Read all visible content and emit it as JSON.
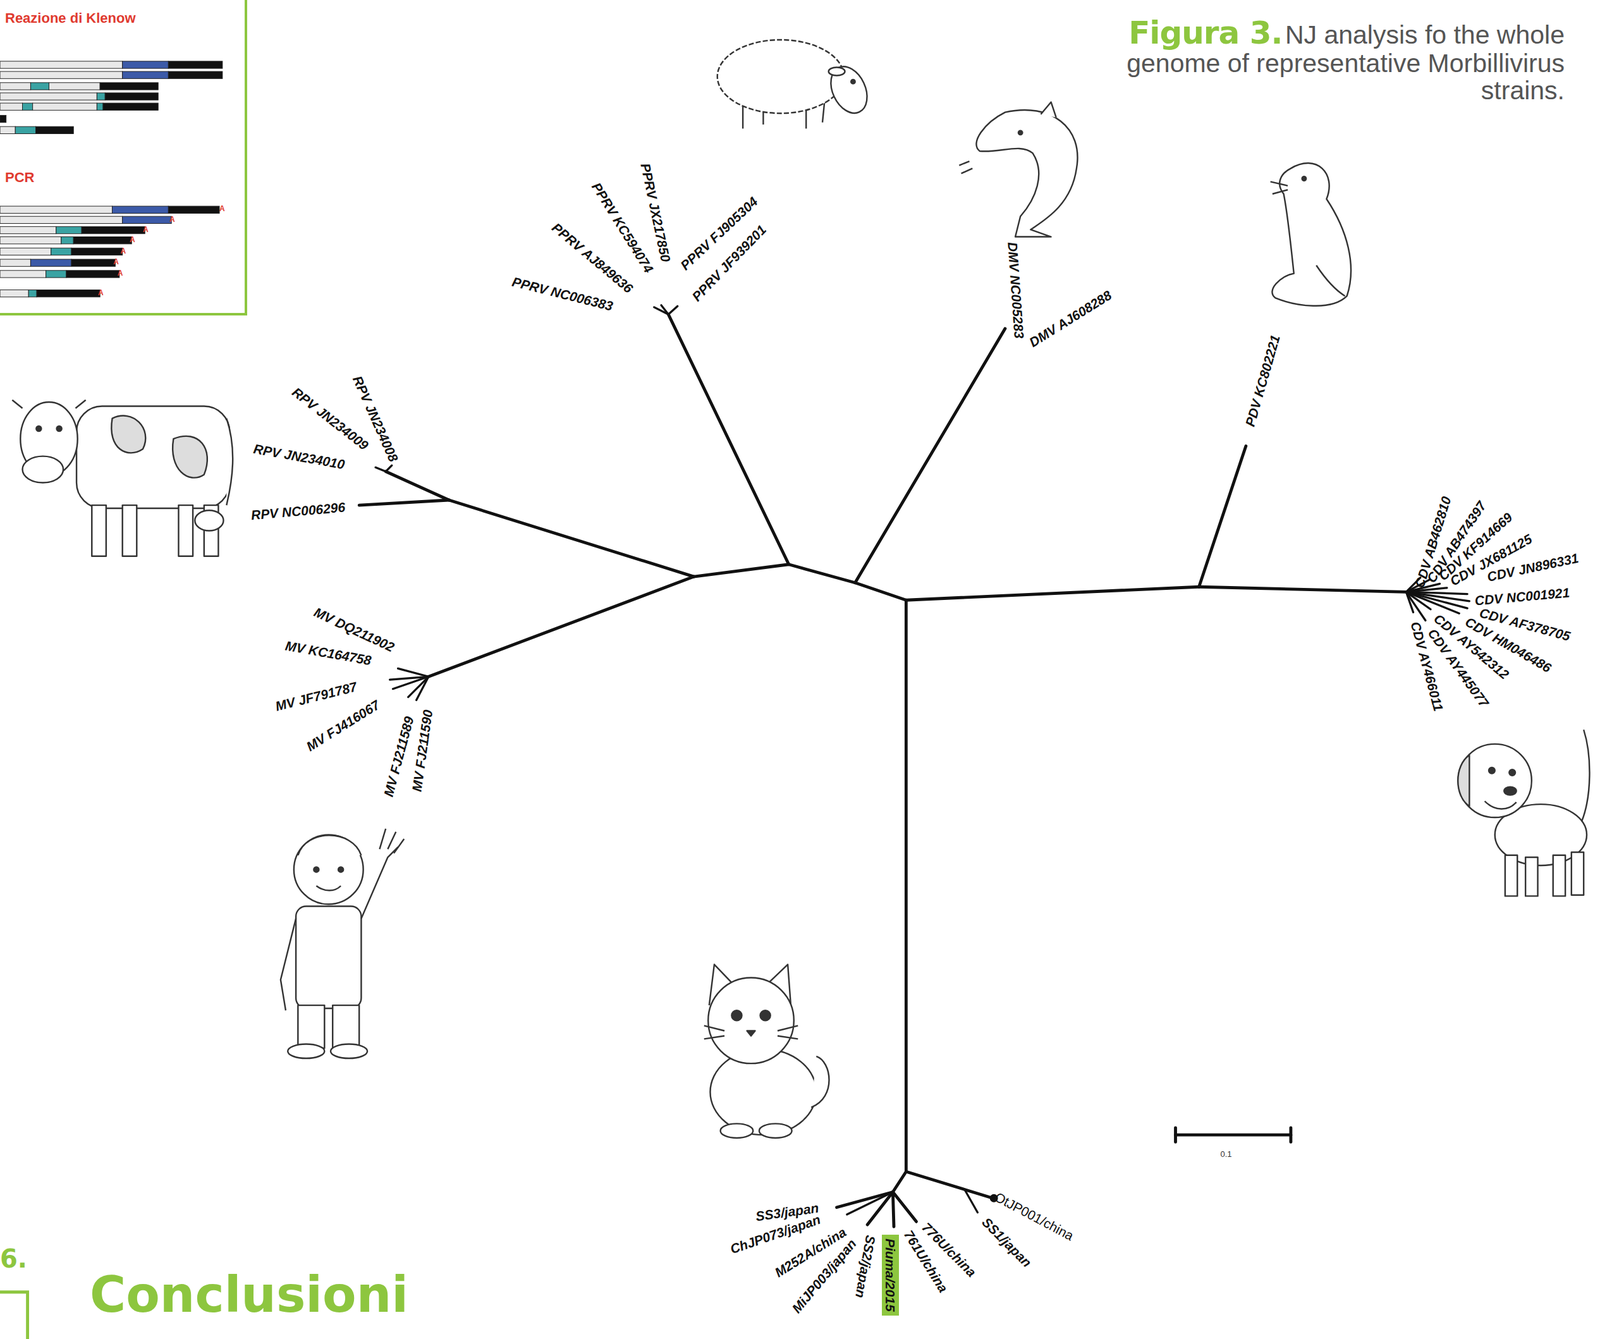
{
  "diagram": {
    "title": "Figura 3.",
    "caption": "NJ analysis fo the whole genome of representative Morbillivirus strains.",
    "nodes": [
      {
        "text": [
          "Reazione di Klenow",
          "PCR"
        ]
      },
      {
        "text": [
          "Piuma/2015"
        ]
      }
    ],
    "labels": [
      "PPRV NC006383",
      "PPRV AJ849636",
      "PPRV KC594074",
      "PPRV JX217850",
      "PPRV FJ905304",
      "PPRV JF939201",
      "DMV NC005283",
      "DMV AJ608288",
      "PDV KC802221",
      "RPV JN234008",
      "RPV JN234009",
      "RPV JN234010",
      "RPV NC006296",
      "CDV AB462810",
      "CDV AB474397",
      "CDV KF914669",
      "CDV JX681125",
      "CDV JN896331",
      "CDV NC001921",
      "CDV AF378705",
      "CDV HM046486",
      "CDV AY542312",
      "CDV AY445077",
      "CDV AY466011",
      "MV DQ211902",
      "MV KC164758",
      "MV JF791787",
      "MV FJ416067",
      "MV FJ211589",
      "MV FJ211590",
      "SS3/japan",
      "ChJP073/japan",
      "M252A/china",
      "MiJP003/japan",
      "SS2/japan",
      "761U/china",
      "776U/china",
      "OtJP001/china",
      "SS1/japan",
      "0.1",
      "A",
      "A",
      "A",
      "A",
      "A",
      "A",
      "A",
      "A",
      "6.",
      "Conclusioni"
    ]
  }
}
